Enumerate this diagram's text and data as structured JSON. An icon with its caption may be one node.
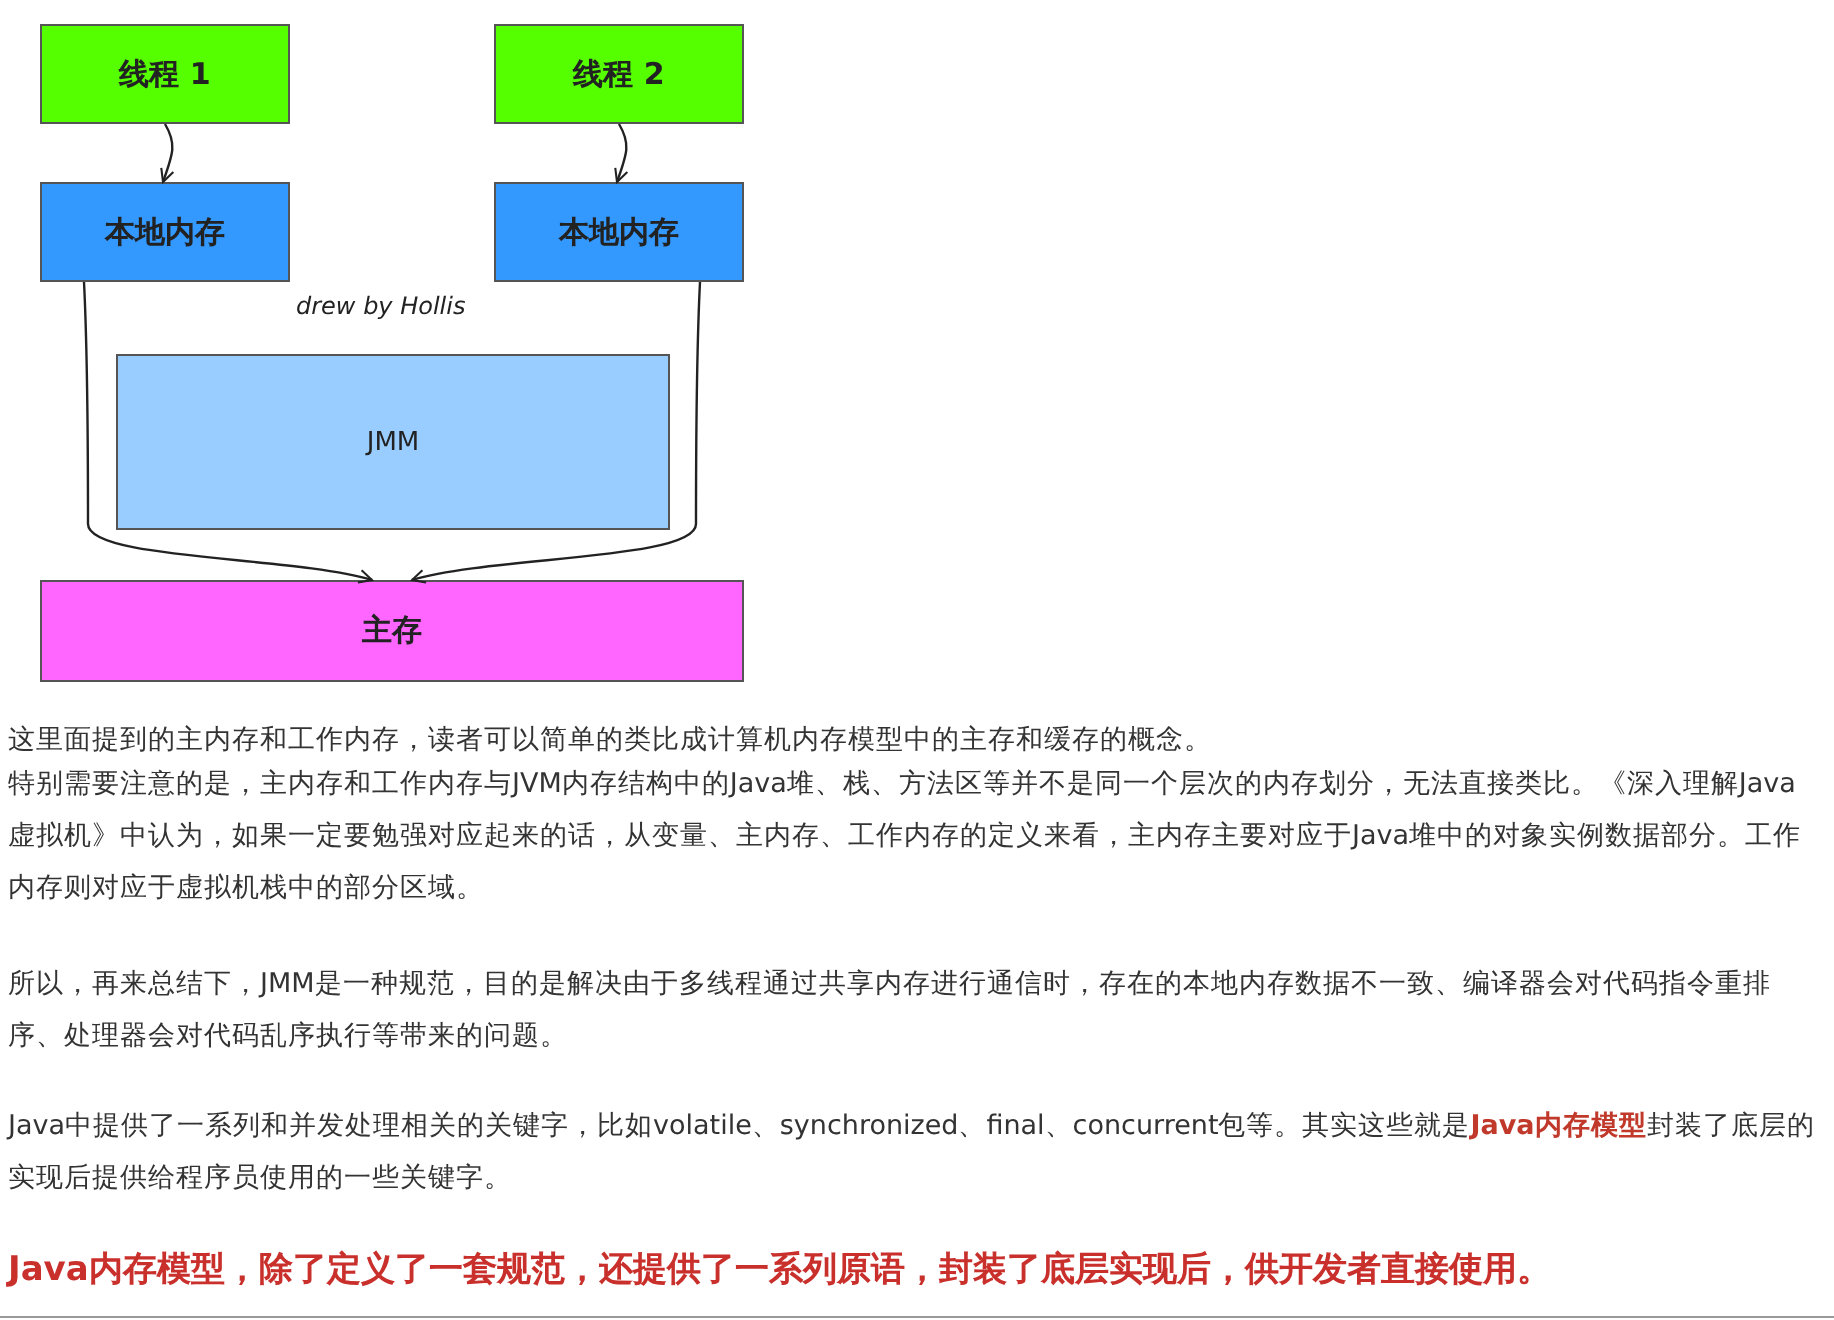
{
  "diagram": {
    "nodes": [
      {
        "text": [
          "线程 1"
        ]
      },
      {
        "text": [
          "线程 2"
        ]
      },
      {
        "text": [
          "本地内存"
        ]
      },
      {
        "text": [
          "本地内存"
        ]
      },
      {
        "text": [
          "JMM"
        ]
      },
      {
        "text": [
          "主存"
        ]
      }
    ],
    "edges": [
      {
        "from": 0,
        "to": 2,
        "arrow": "to"
      },
      {
        "from": 1,
        "to": 3,
        "arrow": "to"
      },
      {
        "from": 2,
        "to": 5,
        "arrow": "to"
      },
      {
        "from": 3,
        "to": 5,
        "arrow": "to"
      }
    ],
    "labels": [
      "drew by Hollis",
      "这里面提到的主内存和工作内存，读者可以简单的类比成计算机内存模型中的主存和缓存的概念。",
      "特别需要注意的是，主内存和工作内存与JVM内存结构中的Java堆、栈、方法区等并不是同一个层次的内存划分，无法直接类比。《深入理解Java虚拟机》中认为，如果一定要勉强对应起来的话，从变量、主内存、工作内存的定义来看，主内存主要对应于Java堆中的对象实例数据部分。工作内存则对应于虚拟机栈中的部分区域。",
      "所以，再来总结下，JMM是一种规范，目的是解决由于多线程通过共享内存进行通信时，存在的本地内存数据不一致、编译器会对代码指令重排序、处理器会对代码乱序执行等带来的问题。",
      "Java中提供了一系列和并发处理相关的关键字，比如volatile、synchronized、final、concurrent包等。其实这些就是**Java内存模型**封装了底层的实现后提供给程序员使用的一些关键字。",
      "Java内存模型，除了定义了一套规范，还提供了一系列原语，封装了底层实现后，供开发者直接使用。"
    ]
  }
}
